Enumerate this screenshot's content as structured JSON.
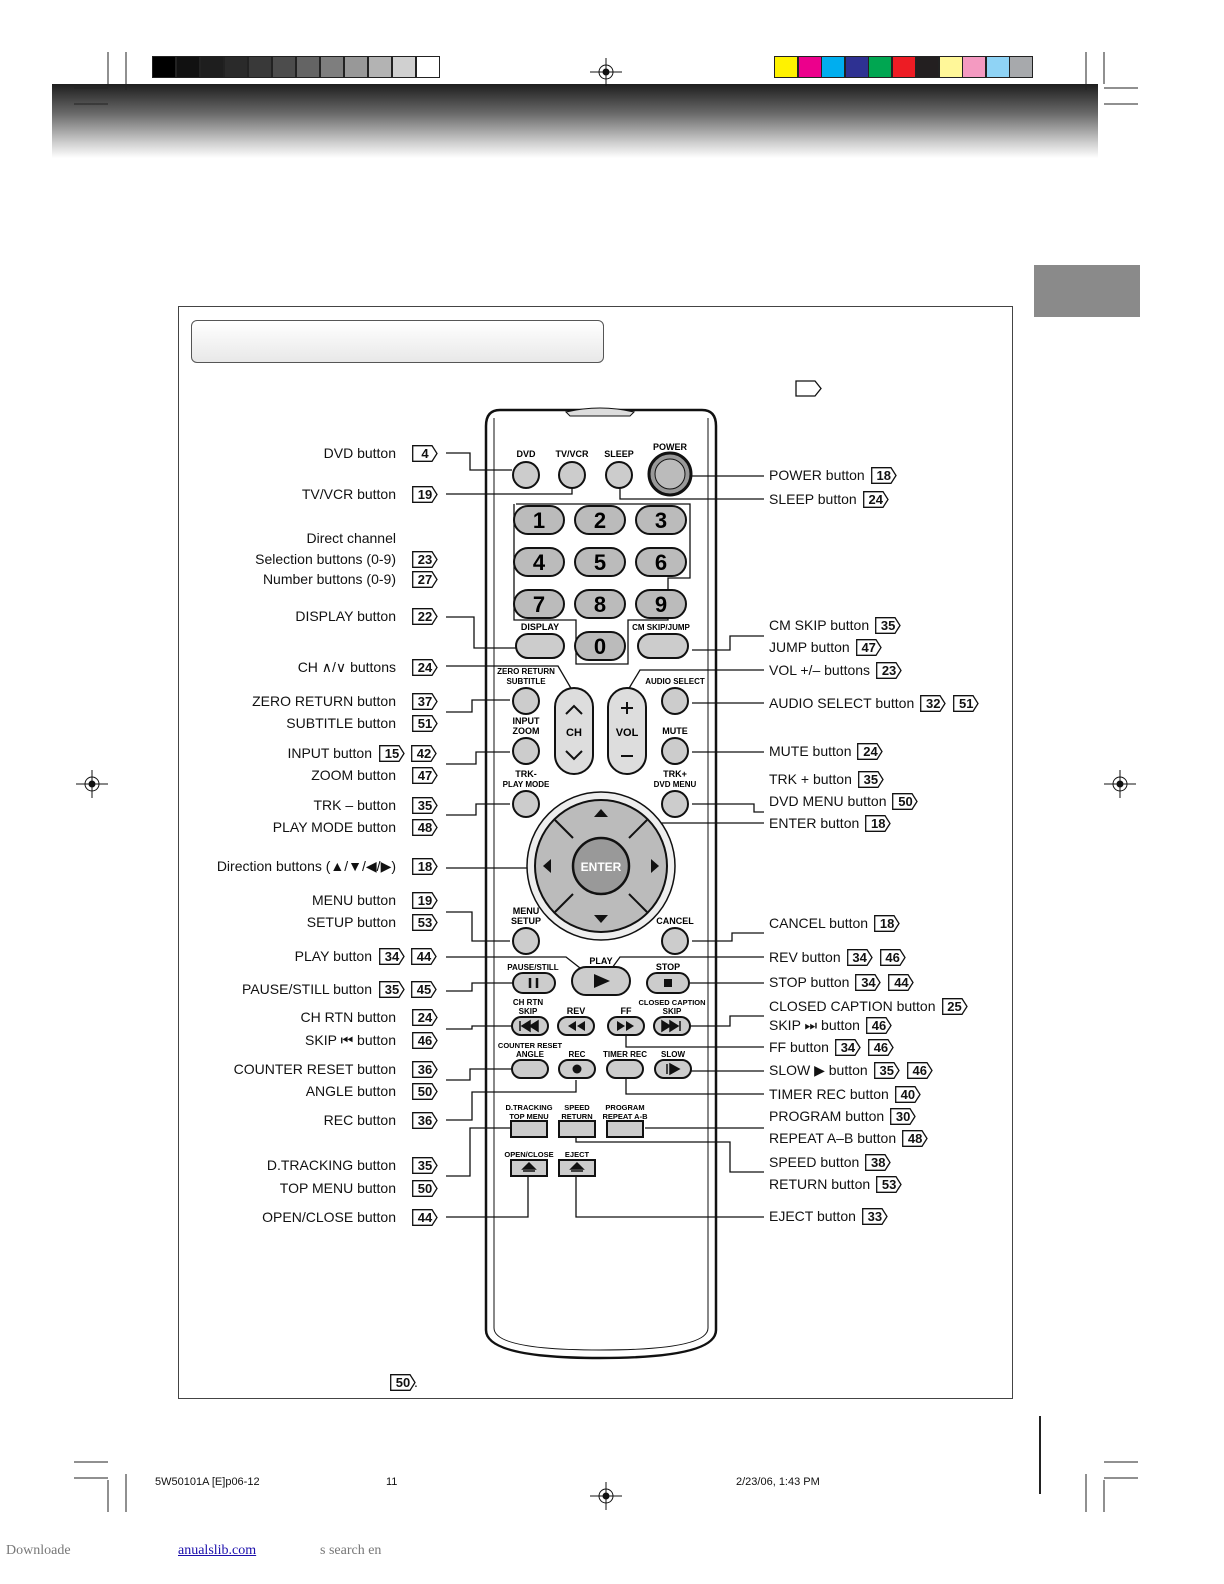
{
  "colors": {
    "gray_bar": [
      "#000000",
      "#111111",
      "#1e1e1e",
      "#2a2a2a",
      "#393939",
      "#4c4c4c",
      "#646464",
      "#7e7e7e",
      "#989898",
      "#b3b3b3",
      "#d0d0d0",
      "#ffffff"
    ],
    "color_bar": [
      "#fff200",
      "#ec008c",
      "#00aeef",
      "#2e3192",
      "#00a651",
      "#ed1c24",
      "#231f20",
      "#fff799",
      "#f49ac1",
      "#8fd3f5",
      "#a7a9ac"
    ],
    "banner_dark": "#1e1e1e",
    "side_tab": "#8a8a8a"
  },
  "remote": {
    "top_labels": {
      "dvd": "DVD",
      "tvvcr": "TV/VCR",
      "sleep": "SLEEP",
      "power": "POWER"
    },
    "digits": [
      "1",
      "2",
      "3",
      "4",
      "5",
      "6",
      "7",
      "8",
      "9",
      "0"
    ],
    "small_labels": {
      "display": "DISPLAY",
      "cm_skip_jump": "CM SKIP/JUMP",
      "zero_return": "ZERO RETURN",
      "subtitle": "SUBTITLE",
      "audio_select": "AUDIO SELECT",
      "input": "INPUT",
      "zoom": "ZOOM",
      "ch": "CH",
      "vol": "VOL",
      "mute": "MUTE",
      "trk_minus": "TRK-",
      "play_mode": "PLAY MODE",
      "trk_plus": "TRK+",
      "dvd_menu": "DVD MENU",
      "enter": "ENTER",
      "menu": "MENU",
      "setup": "SETUP",
      "cancel": "CANCEL",
      "play": "PLAY",
      "pause_still": "PAUSE/STILL",
      "stop": "STOP",
      "ch_rtn": "CH RTN",
      "skip": "SKIP",
      "rev": "REV",
      "ff": "FF",
      "closed_caption": "CLOSED CAPTION",
      "counter_reset": "COUNTER RESET",
      "angle": "ANGLE",
      "rec": "REC",
      "timer_rec": "TIMER REC",
      "slow": "SLOW",
      "dtracking": "D.TRACKING",
      "top_menu": "TOP MENU",
      "speed": "SPEED",
      "return": "RETURN",
      "program": "PROGRAM",
      "repeat_ab": "REPEAT A-B",
      "open_close": "OPEN/CLOSE",
      "eject": "EJECT"
    }
  },
  "callouts_left": [
    {
      "text": "DVD button",
      "pages": [
        "4"
      ]
    },
    {
      "text": "TV/VCR button",
      "pages": [
        "19"
      ]
    },
    {
      "text": "Direct channel",
      "pages": []
    },
    {
      "text": "Selection buttons (0-9)",
      "pages": [
        "23"
      ]
    },
    {
      "text": "Number buttons (0-9)",
      "pages": [
        "27"
      ]
    },
    {
      "text": "DISPLAY button",
      "pages": [
        "22"
      ]
    },
    {
      "text": "CH ∧/∨ buttons",
      "pages": [
        "24"
      ]
    },
    {
      "text": "ZERO RETURN button",
      "pages": [
        "37"
      ]
    },
    {
      "text": "SUBTITLE button",
      "pages": [
        "51"
      ]
    },
    {
      "text": "INPUT button",
      "pages": [
        "15",
        "42"
      ]
    },
    {
      "text": "ZOOM button",
      "pages": [
        "47"
      ]
    },
    {
      "text": "TRK – button",
      "pages": [
        "35"
      ]
    },
    {
      "text": "PLAY MODE button",
      "pages": [
        "48"
      ]
    },
    {
      "text": "Direction buttons (▲/▼/◀/▶)",
      "pages": [
        "18"
      ]
    },
    {
      "text": "MENU button",
      "pages": [
        "19"
      ]
    },
    {
      "text": "SETUP button",
      "pages": [
        "53"
      ]
    },
    {
      "text": "PLAY button",
      "pages": [
        "34",
        "44"
      ]
    },
    {
      "text": "PAUSE/STILL button",
      "pages": [
        "35",
        "45"
      ]
    },
    {
      "text": "CH RTN button",
      "pages": [
        "24"
      ]
    },
    {
      "text": "SKIP ⏮ button",
      "pages": [
        "46"
      ]
    },
    {
      "text": "COUNTER RESET button",
      "pages": [
        "36"
      ]
    },
    {
      "text": "ANGLE button",
      "pages": [
        "50"
      ]
    },
    {
      "text": "REC button",
      "pages": [
        "36"
      ]
    },
    {
      "text": "D.TRACKING button",
      "pages": [
        "35"
      ]
    },
    {
      "text": "TOP MENU button",
      "pages": [
        "50"
      ]
    },
    {
      "text": "OPEN/CLOSE button",
      "pages": [
        "44"
      ]
    }
  ],
  "callouts_right": [
    {
      "text": "POWER button",
      "pages": [
        "18"
      ]
    },
    {
      "text": "SLEEP button",
      "pages": [
        "24"
      ]
    },
    {
      "text": "CM SKIP button",
      "pages": [
        "35"
      ]
    },
    {
      "text": "JUMP button",
      "pages": [
        "47"
      ]
    },
    {
      "text": "VOL +/–  buttons",
      "pages": [
        "23"
      ]
    },
    {
      "text": "AUDIO SELECT button",
      "pages": [
        "32",
        "51"
      ]
    },
    {
      "text": "MUTE button",
      "pages": [
        "24"
      ]
    },
    {
      "text": "TRK + button",
      "pages": [
        "35"
      ]
    },
    {
      "text": "DVD MENU button",
      "pages": [
        "50"
      ]
    },
    {
      "text": "ENTER button",
      "pages": [
        "18"
      ]
    },
    {
      "text": "CANCEL button",
      "pages": [
        "18"
      ]
    },
    {
      "text": "REV button",
      "pages": [
        "34",
        "46"
      ]
    },
    {
      "text": "STOP button",
      "pages": [
        "34",
        "44"
      ]
    },
    {
      "text": "CLOSED CAPTION button",
      "pages": [
        "25"
      ]
    },
    {
      "text": "SKIP ⏭ button",
      "pages": [
        "46"
      ]
    },
    {
      "text": "FF button",
      "pages": [
        "34",
        "46"
      ]
    },
    {
      "text": "SLOW ▶ button",
      "pages": [
        "35",
        "46"
      ]
    },
    {
      "text": "TIMER REC button",
      "pages": [
        "40"
      ]
    },
    {
      "text": "PROGRAM button",
      "pages": [
        "30"
      ]
    },
    {
      "text": "REPEAT A–B button",
      "pages": [
        "48"
      ]
    },
    {
      "text": "SPEED button",
      "pages": [
        "38"
      ]
    },
    {
      "text": "RETURN button",
      "pages": [
        "53"
      ]
    },
    {
      "text": "EJECT button",
      "pages": [
        "33"
      ]
    }
  ],
  "bottom_note": {
    "page": "50",
    "suffix": "."
  },
  "footer": {
    "left": "5W50101A [E]p06-12",
    "center": "11",
    "right": "2/23/06, 1:43 PM"
  },
  "watermark": {
    "left": "Downloade",
    "link": "anualslib.com",
    "right": "s search en"
  }
}
